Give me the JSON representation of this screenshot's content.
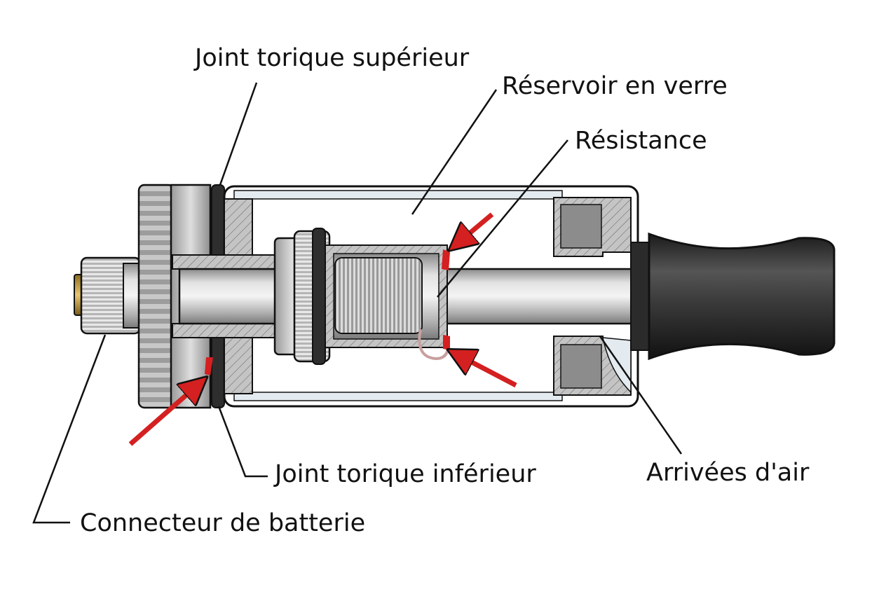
{
  "labels": {
    "top_oring": "Joint torique supérieur",
    "glass_tank": "Réservoir en verre",
    "coil": "Résistance",
    "bottom_oring": "Joint torique inférieur",
    "air_inlets": "Arrivées d'air",
    "battery_connector": "Connecteur de batterie"
  },
  "colors": {
    "leader": "#111111",
    "airflow_arrow": "#d42020",
    "drip_tip": "#2b2b2b",
    "glass": "#e4ebf0",
    "metal": "#bcbcbc",
    "oring": "#2e2e2e",
    "brass": "#c8a24a"
  }
}
